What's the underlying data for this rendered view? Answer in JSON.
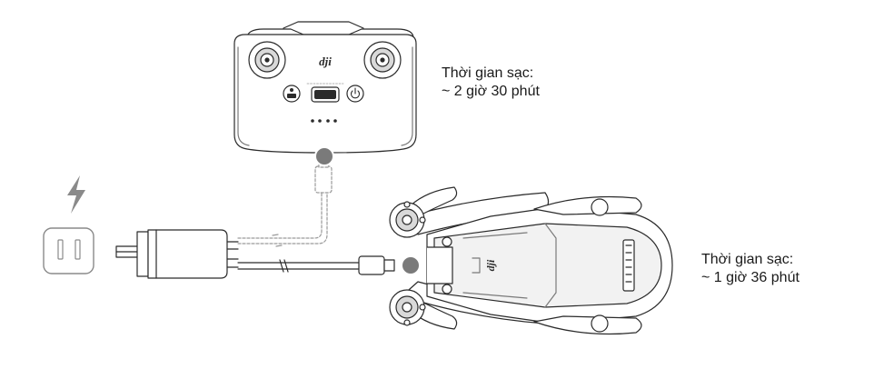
{
  "remote_controller": {
    "brand_logo_text": "dji",
    "charging_label_line1": "Thời gian sạc:",
    "charging_label_line2": "~ 2 giờ 30 phút"
  },
  "aircraft": {
    "brand_logo_text": "dji",
    "charging_label_line1": "Thời gian sạc:",
    "charging_label_line2": "~ 1 giờ 36 phút"
  },
  "icons": {
    "power_source": "lightning-bolt-icon",
    "wall_outlet": "wall-outlet-icon",
    "charger": "usb-charger-icon",
    "connector_highlight": "connector-dot-icon"
  },
  "colors": {
    "line": "#2b2b2b",
    "highlight_dot": "#7a7a7a",
    "bolt": "#8a8a8a",
    "dashed_cable": "#9a9a9a",
    "fill_light": "#f2f2f2",
    "fill_mid": "#d9d9d9"
  }
}
